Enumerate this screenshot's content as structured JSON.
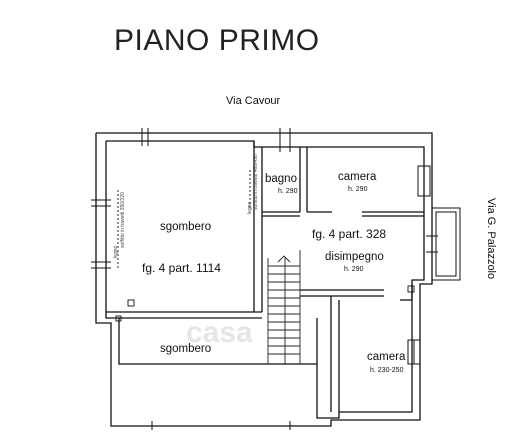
{
  "title": "PIANO PRIMO",
  "streets": {
    "north": "Via Cavour",
    "east": "Via G. Palazzolo"
  },
  "rooms": {
    "sgombero_main": "sgombero",
    "sgombero_main_parcel": "fg. 4 part. 1114",
    "sgombero_lower": "sgombero",
    "bagno": "bagno",
    "bagno_h": "h. 290",
    "camera_top": "camera",
    "camera_top_h": "h. 290",
    "parcel_328": "fg. 4 part. 328",
    "disimpegno": "disimpegno",
    "disimpegno_h": "h. 290",
    "camera_bottom": "camera",
    "camera_bottom_h": "h. 230-250"
  },
  "annotations": {
    "left_wall_note": "soffitto in travetti 290/320",
    "left_wall_note2": "legno",
    "mid_wall_note": "soffitto in travetti 460/490",
    "mid_wall_note2": "legno"
  },
  "watermark": "casa"
}
